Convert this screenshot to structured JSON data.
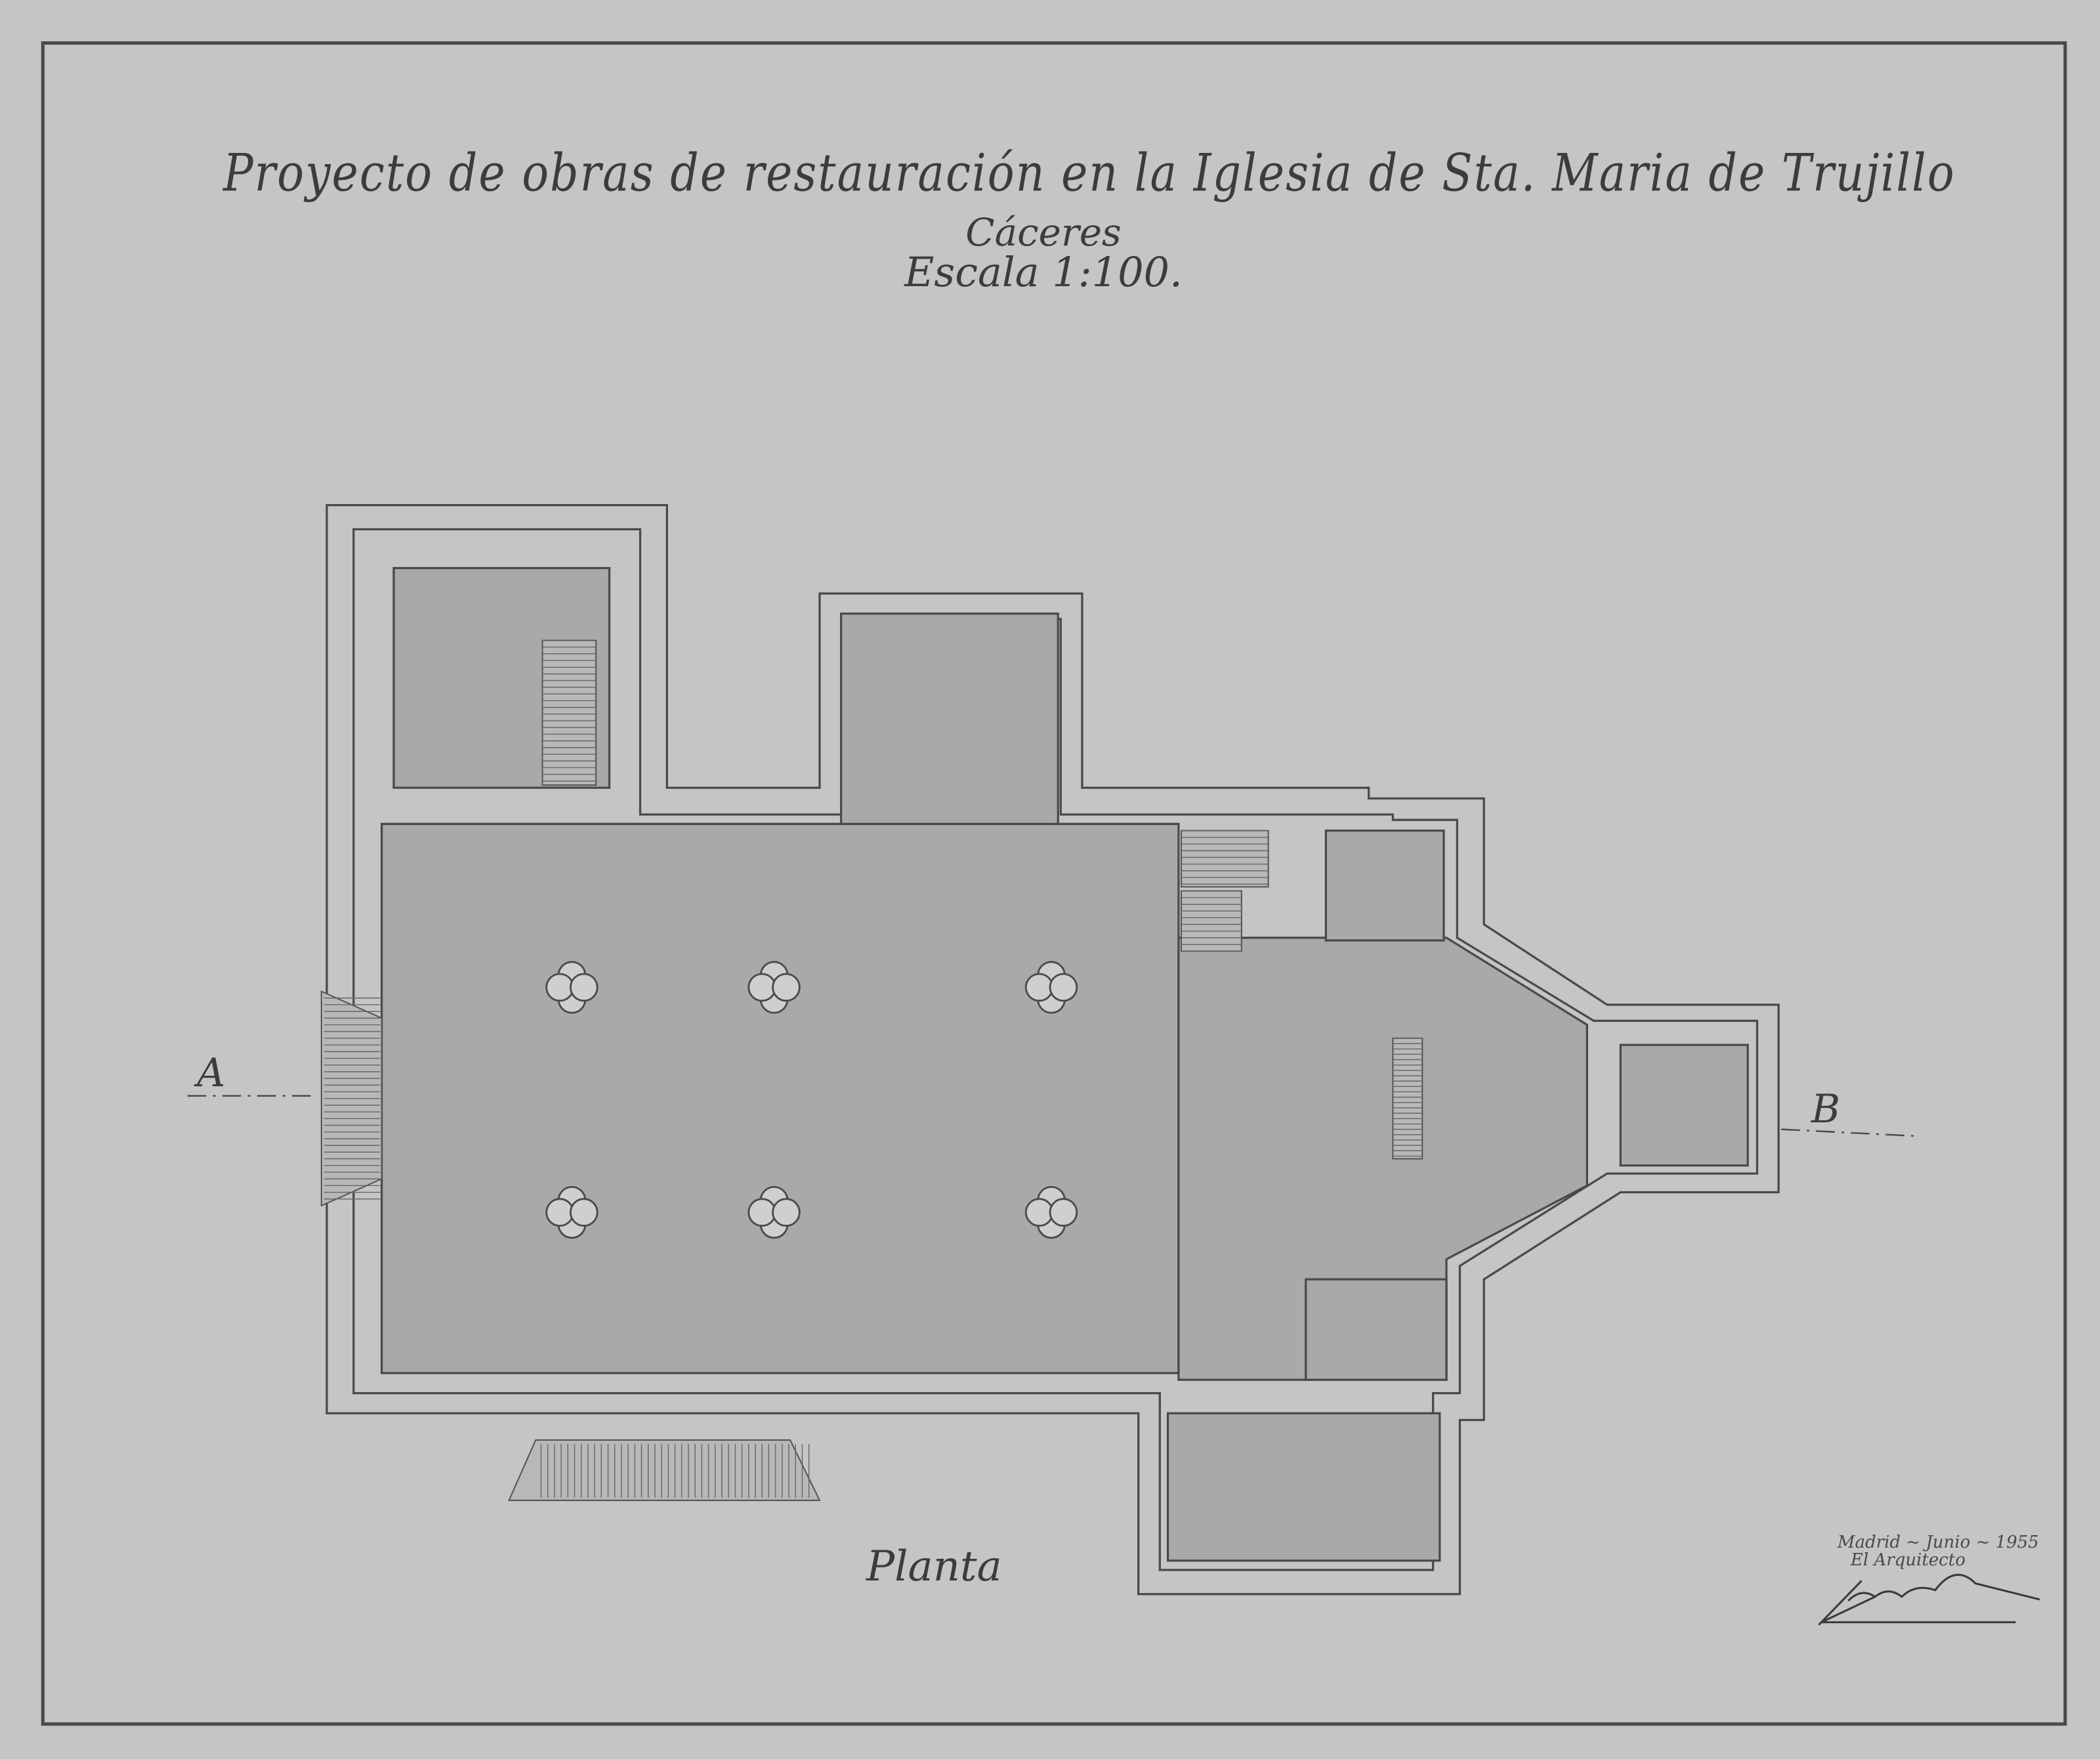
{
  "title": {
    "line1": "Proyecto de obras de restauración en la Iglesia de Sta. Maria de Trujillo",
    "line2": "Cáceres",
    "line3": "Escala 1:100."
  },
  "plan_label": "Planta",
  "section_markers": {
    "left": "A",
    "right": "B"
  },
  "signature_block": {
    "date": "Madrid ~ Junio ~ 1955",
    "role": "El Arquitecto",
    "signature": "signature"
  },
  "colors": {
    "paper": "#c5c5c5",
    "fill": "#a9a9a9",
    "ink": "#4a4a4a",
    "border": "#1c1c1c"
  }
}
